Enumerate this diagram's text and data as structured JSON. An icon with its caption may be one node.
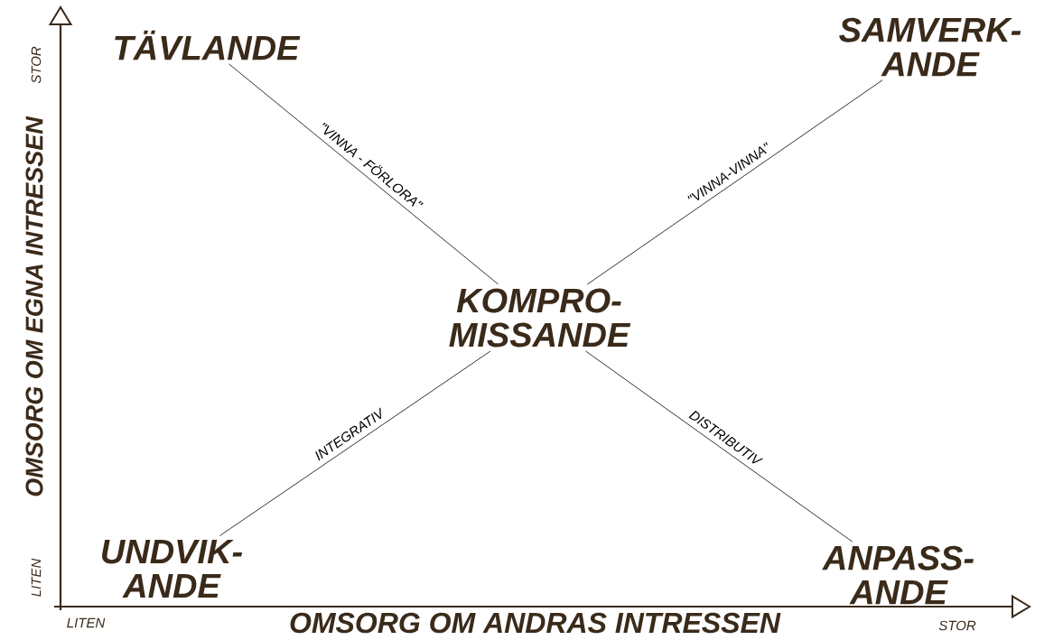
{
  "diagram": {
    "nodes": [
      {
        "text": [
          "TÄVLANDE"
        ]
      },
      {
        "text": [
          "SAMVERK- ANDE"
        ]
      },
      {
        "text": [
          "KOMPRO- MISSANDE"
        ]
      },
      {
        "text": [
          "UNDVIK- ANDE"
        ]
      },
      {
        "text": [
          "ANPASS- ANDE"
        ]
      }
    ],
    "edges": [
      {
        "from": 0,
        "to": 2,
        "arrow": "none",
        "label": "\"VINNA - FÖRLORA\""
      },
      {
        "from": 2,
        "to": 1,
        "arrow": "none",
        "label": "\"VINNA-VINNA\""
      },
      {
        "from": 3,
        "to": 2,
        "arrow": "none",
        "label": "INTEGRATIV"
      },
      {
        "from": 2,
        "to": 4,
        "arrow": "none",
        "label": "DISTRIBUTIV"
      }
    ],
    "labels": [
      "STOR",
      "OMSORG OM EGNA INTRESSEN",
      "LITEN",
      "LITEN",
      "OMSORG OM ANDRAS INTRESSEN",
      "STOR"
    ]
  }
}
